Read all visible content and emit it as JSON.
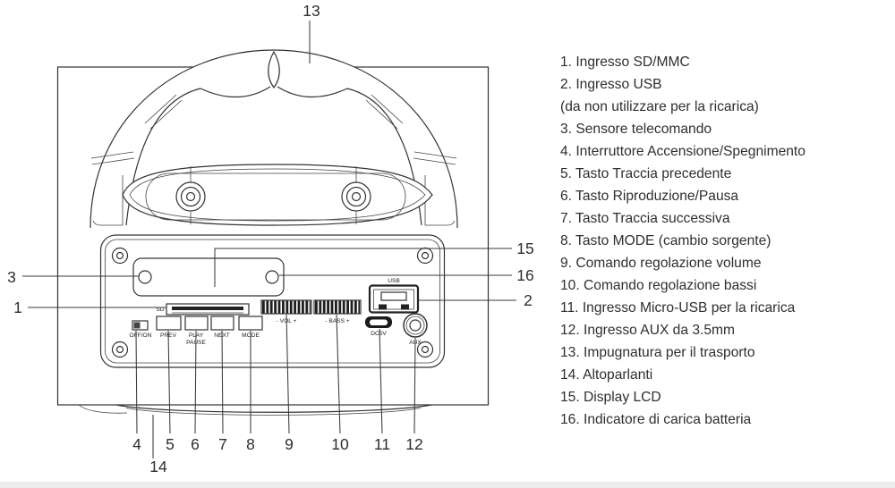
{
  "legend": {
    "items": [
      "1. Ingresso SD/MMC",
      "2. Ingresso USB",
      "(da non utilizzare per la ricarica)",
      "3. Sensore telecomando",
      "4. Interruttore Accensione/Spegnimento",
      "5. Tasto Traccia precedente",
      "6. Tasto Riproduzione/Pausa",
      "7. Tasto Traccia successiva",
      "8. Tasto MODE (cambio sorgente)",
      "9. Comando regolazione volume",
      "10. Comando regolazione bassi",
      "11. Ingresso Micro-USB per la ricarica",
      "12. Ingresso AUX da 3.5mm",
      "13. Impugnatura per il trasporto",
      "14. Altoparlanti",
      "15. Display LCD",
      "16. Indicatore di carica batteria"
    ]
  },
  "callouts": {
    "n1": "1",
    "n2": "2",
    "n3": "3",
    "n4": "4",
    "n5": "5",
    "n6": "6",
    "n7": "7",
    "n8": "8",
    "n9": "9",
    "n10": "10",
    "n11": "11",
    "n12": "12",
    "n13": "13",
    "n14": "14",
    "n15": "15",
    "n16": "16"
  },
  "panel_labels": {
    "sd": "SD",
    "usb": "USB",
    "power": "OFF/ON",
    "prev": "PREV",
    "play": "PLAY",
    "pause": "PAUSE",
    "next": "NEXT",
    "mode": "MODE",
    "volume": "- VOL +",
    "bass": "- BASS +",
    "dc": "DC5V",
    "aux": "AUX"
  },
  "colors": {
    "line": "#333333",
    "text": "#2e2e2e",
    "wheel_dark": "#1f1f1f",
    "footer_bar": "#ececec"
  }
}
